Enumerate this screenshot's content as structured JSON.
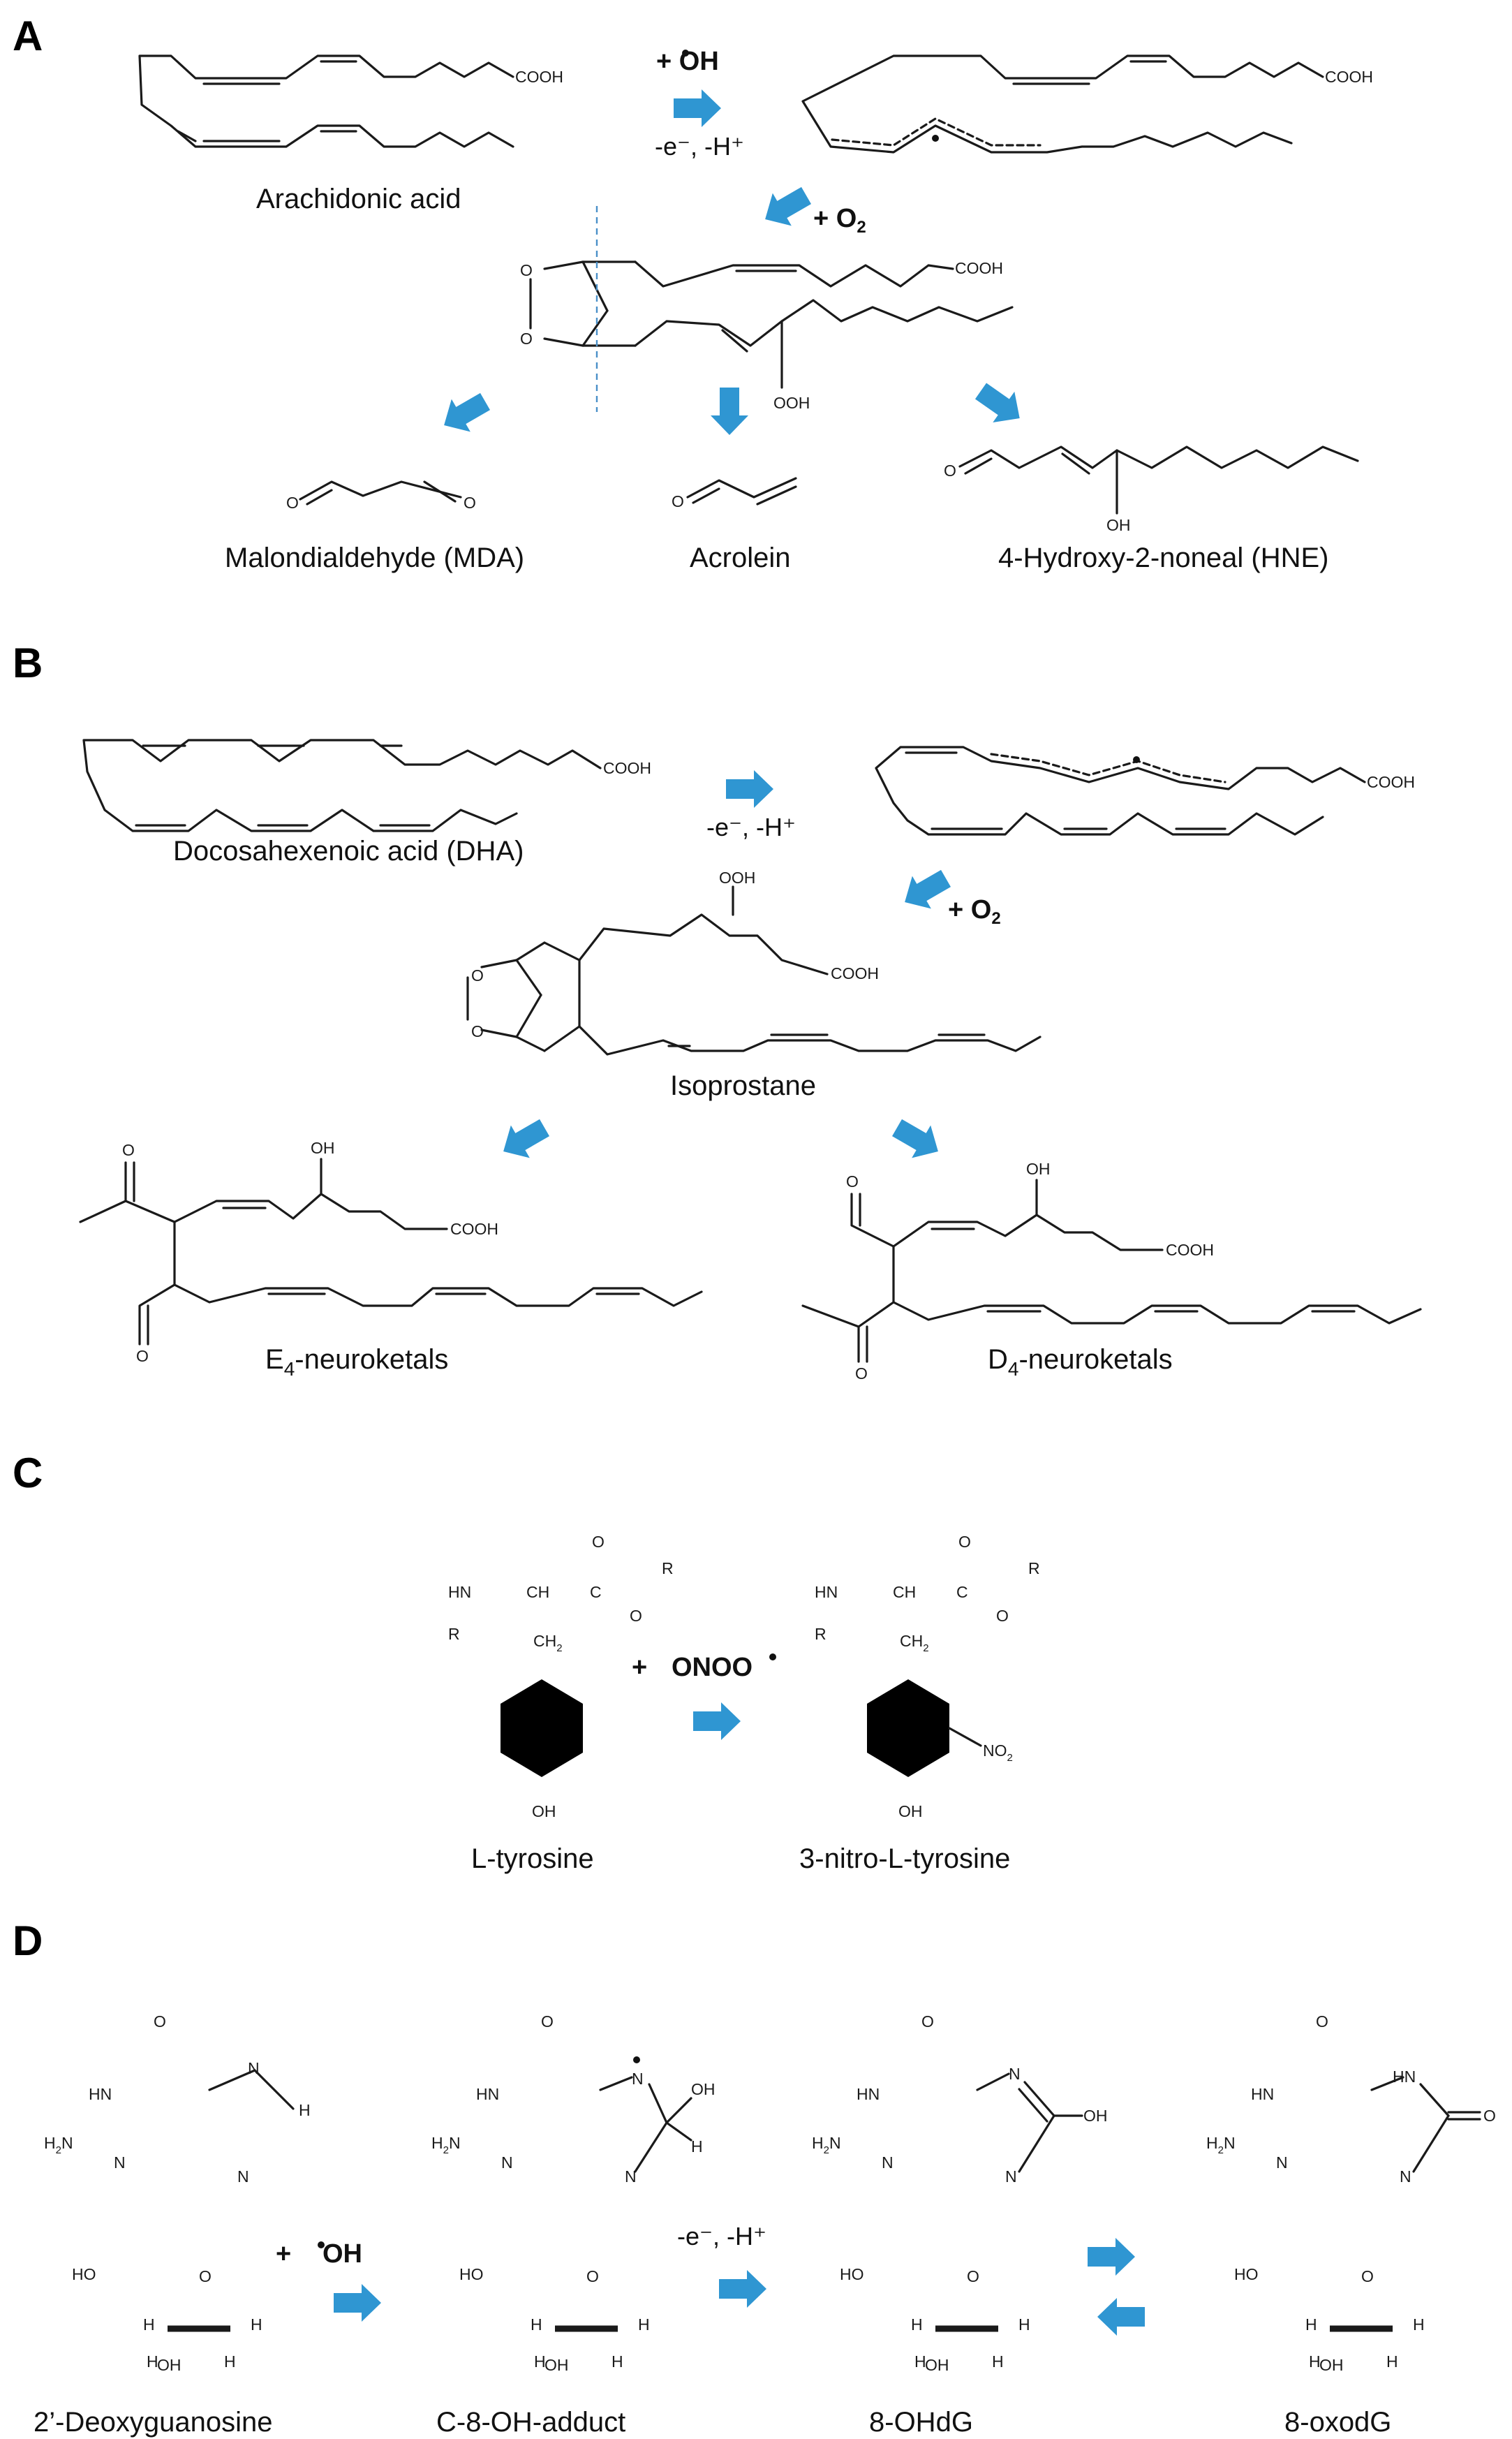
{
  "panels": {
    "a": "A",
    "b": "B",
    "c": "C",
    "d": "D"
  },
  "reagents": {
    "oh": "OH",
    "electron_loss": "-e⁻, -H⁺",
    "o2": "+ O",
    "o2_sub": "2",
    "plus": "+",
    "onoo": "ONOO"
  },
  "atoms": {
    "cooh": "COOH",
    "ooh": "OOH",
    "oh": "OH",
    "o": "O",
    "hn": "HN",
    "n": "N",
    "h": "H",
    "r": "R",
    "ch": "CH",
    "c": "C",
    "ch2": "CH",
    "sub2": "2",
    "no2": "NO",
    "h2n": "H",
    "ho": "HO"
  },
  "labels": {
    "arachidonic": "Arachidonic acid",
    "mda": "Malondialdehyde (MDA)",
    "acrolein": "Acrolein",
    "hne": "4-Hydroxy-2-noneal (HNE)",
    "dha": "Docosahexenoic acid (DHA)",
    "isoprostane": "Isoprostane",
    "e4_prefix": "E",
    "e4_sub": "4",
    "d4_prefix": "D",
    "d4_sub": "4",
    "neuroketals": "-neuroketals",
    "tyrosine": "L-tyrosine",
    "nitrotyrosine": "3-nitro-L-tyrosine",
    "deoxyguanosine": "2’-Deoxyguanosine",
    "adduct": "C-8-OH-adduct",
    "ohdg": "8-OHdG",
    "oxodg": "8-oxodG"
  },
  "colors": {
    "arrow": "#2f96d2",
    "text": "#111111",
    "background": "#ffffff"
  }
}
